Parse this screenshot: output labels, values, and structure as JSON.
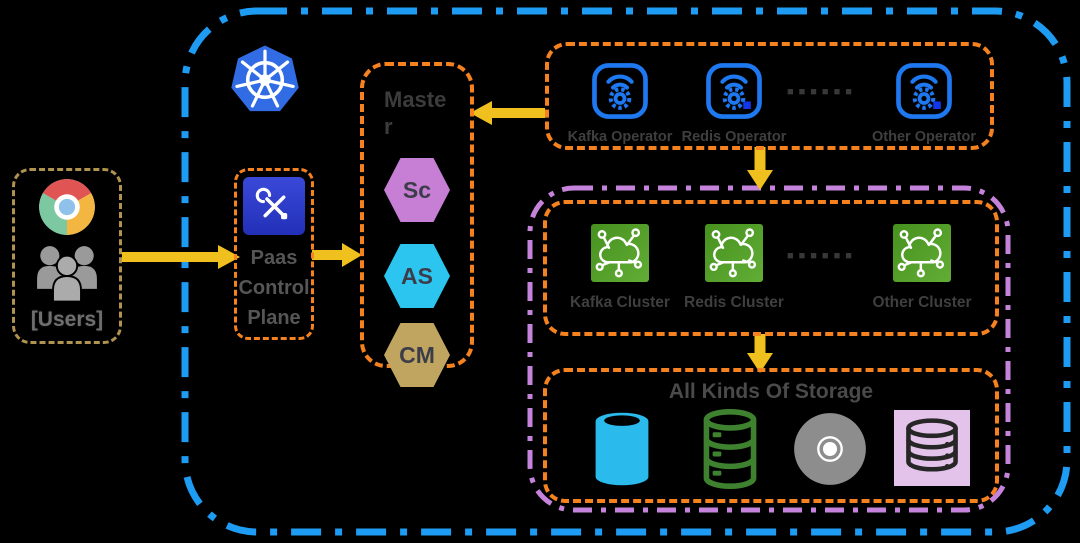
{
  "colors": {
    "outer_border_blue": "#1e9bf2",
    "box_border_orange": "#f5821f",
    "group_border_purple": "#c583db",
    "users_border_tan": "#b0934e",
    "arrow_yellow": "#f0c01e",
    "kubernetes_blue": "#326ce5",
    "operator_blue": "#1e78f0",
    "cluster_green": "#4a9427",
    "hex_sc_purple": "#c77fd6",
    "hex_as_cyan": "#2bc5f0",
    "hex_cm_tan": "#bfa55f",
    "storage_cyan": "#2abaec",
    "storage_green": "#3e8230",
    "storage_gray": "#8d8d8d",
    "storage_purple_bg": "#e4c3ea"
  },
  "users_box": {
    "label": "[Users]"
  },
  "paas_box": {
    "label": "Paas Control Plane"
  },
  "master_box": {
    "title": "Master",
    "components": [
      {
        "label": "Sc"
      },
      {
        "label": "AS"
      },
      {
        "label": "CM"
      }
    ]
  },
  "operators_box": {
    "items": [
      {
        "label": "Kafka Operator"
      },
      {
        "label": "Redis Operator"
      },
      {
        "label": "Other Operator"
      }
    ],
    "ellipsis": "■■■■■■"
  },
  "clusters_box": {
    "items": [
      {
        "label": "Kafka Cluster"
      },
      {
        "label": "Redis Cluster"
      },
      {
        "label": "Other Cluster"
      }
    ],
    "ellipsis": "■■■■■■"
  },
  "storage_box": {
    "title": "All Kinds Of Storage"
  }
}
